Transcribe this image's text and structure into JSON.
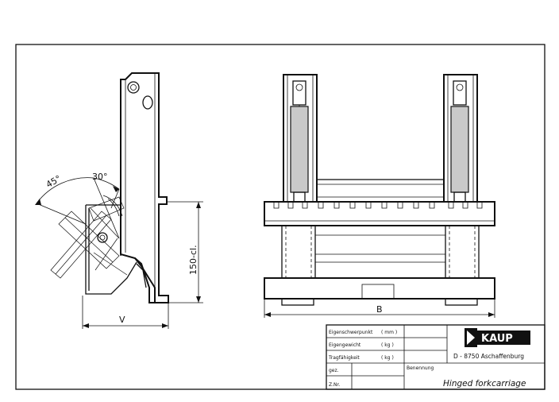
{
  "drawing": {
    "angle_a": "45°",
    "angle_b": "30°",
    "dim_height": "150-cl.",
    "dim_v": "V",
    "dim_b": "B"
  },
  "title_block": {
    "rows": [
      {
        "label": "Eigenschwerpunkt",
        "unit": "( mm )"
      },
      {
        "label": "Eigengewicht",
        "unit": "( kg )"
      },
      {
        "label": "Tragfähigkeit",
        "unit": "( kg )"
      },
      {
        "label": "gez.",
        "unit": ""
      },
      {
        "label": "Z.Nr.",
        "unit": ""
      }
    ],
    "logo": "KAUP",
    "address": "D - 8750  Aschaffenburg",
    "name_label": "Benennung",
    "title": "Hinged forkcarriage"
  }
}
